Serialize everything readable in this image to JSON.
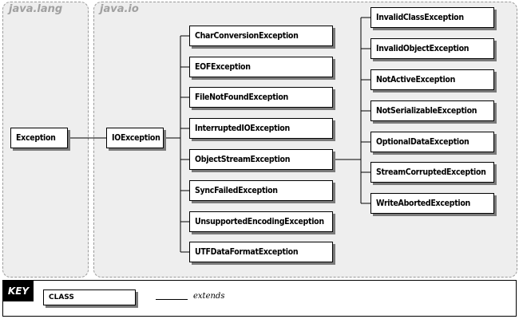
{
  "packages": [
    {
      "name": "java.lang"
    },
    {
      "name": "java.io"
    }
  ],
  "classes": {
    "exception": "Exception",
    "ioexception": "IOException",
    "io_subclasses": [
      "CharConversionException",
      "EOFException",
      "FileNotFoundException",
      "InterruptedIOException",
      "ObjectStreamException",
      "SyncFailedException",
      "UnsupportedEncodingException",
      "UTFDataFormatException"
    ],
    "objectstream_subclasses": [
      "InvalidClassException",
      "InvalidObjectException",
      "NotActiveException",
      "NotSerializableException",
      "OptionalDataException",
      "StreamCorruptedException",
      "WriteAbortedException"
    ]
  },
  "key": {
    "title": "KEY",
    "class_label": "CLASS",
    "extends_label": "extends"
  }
}
